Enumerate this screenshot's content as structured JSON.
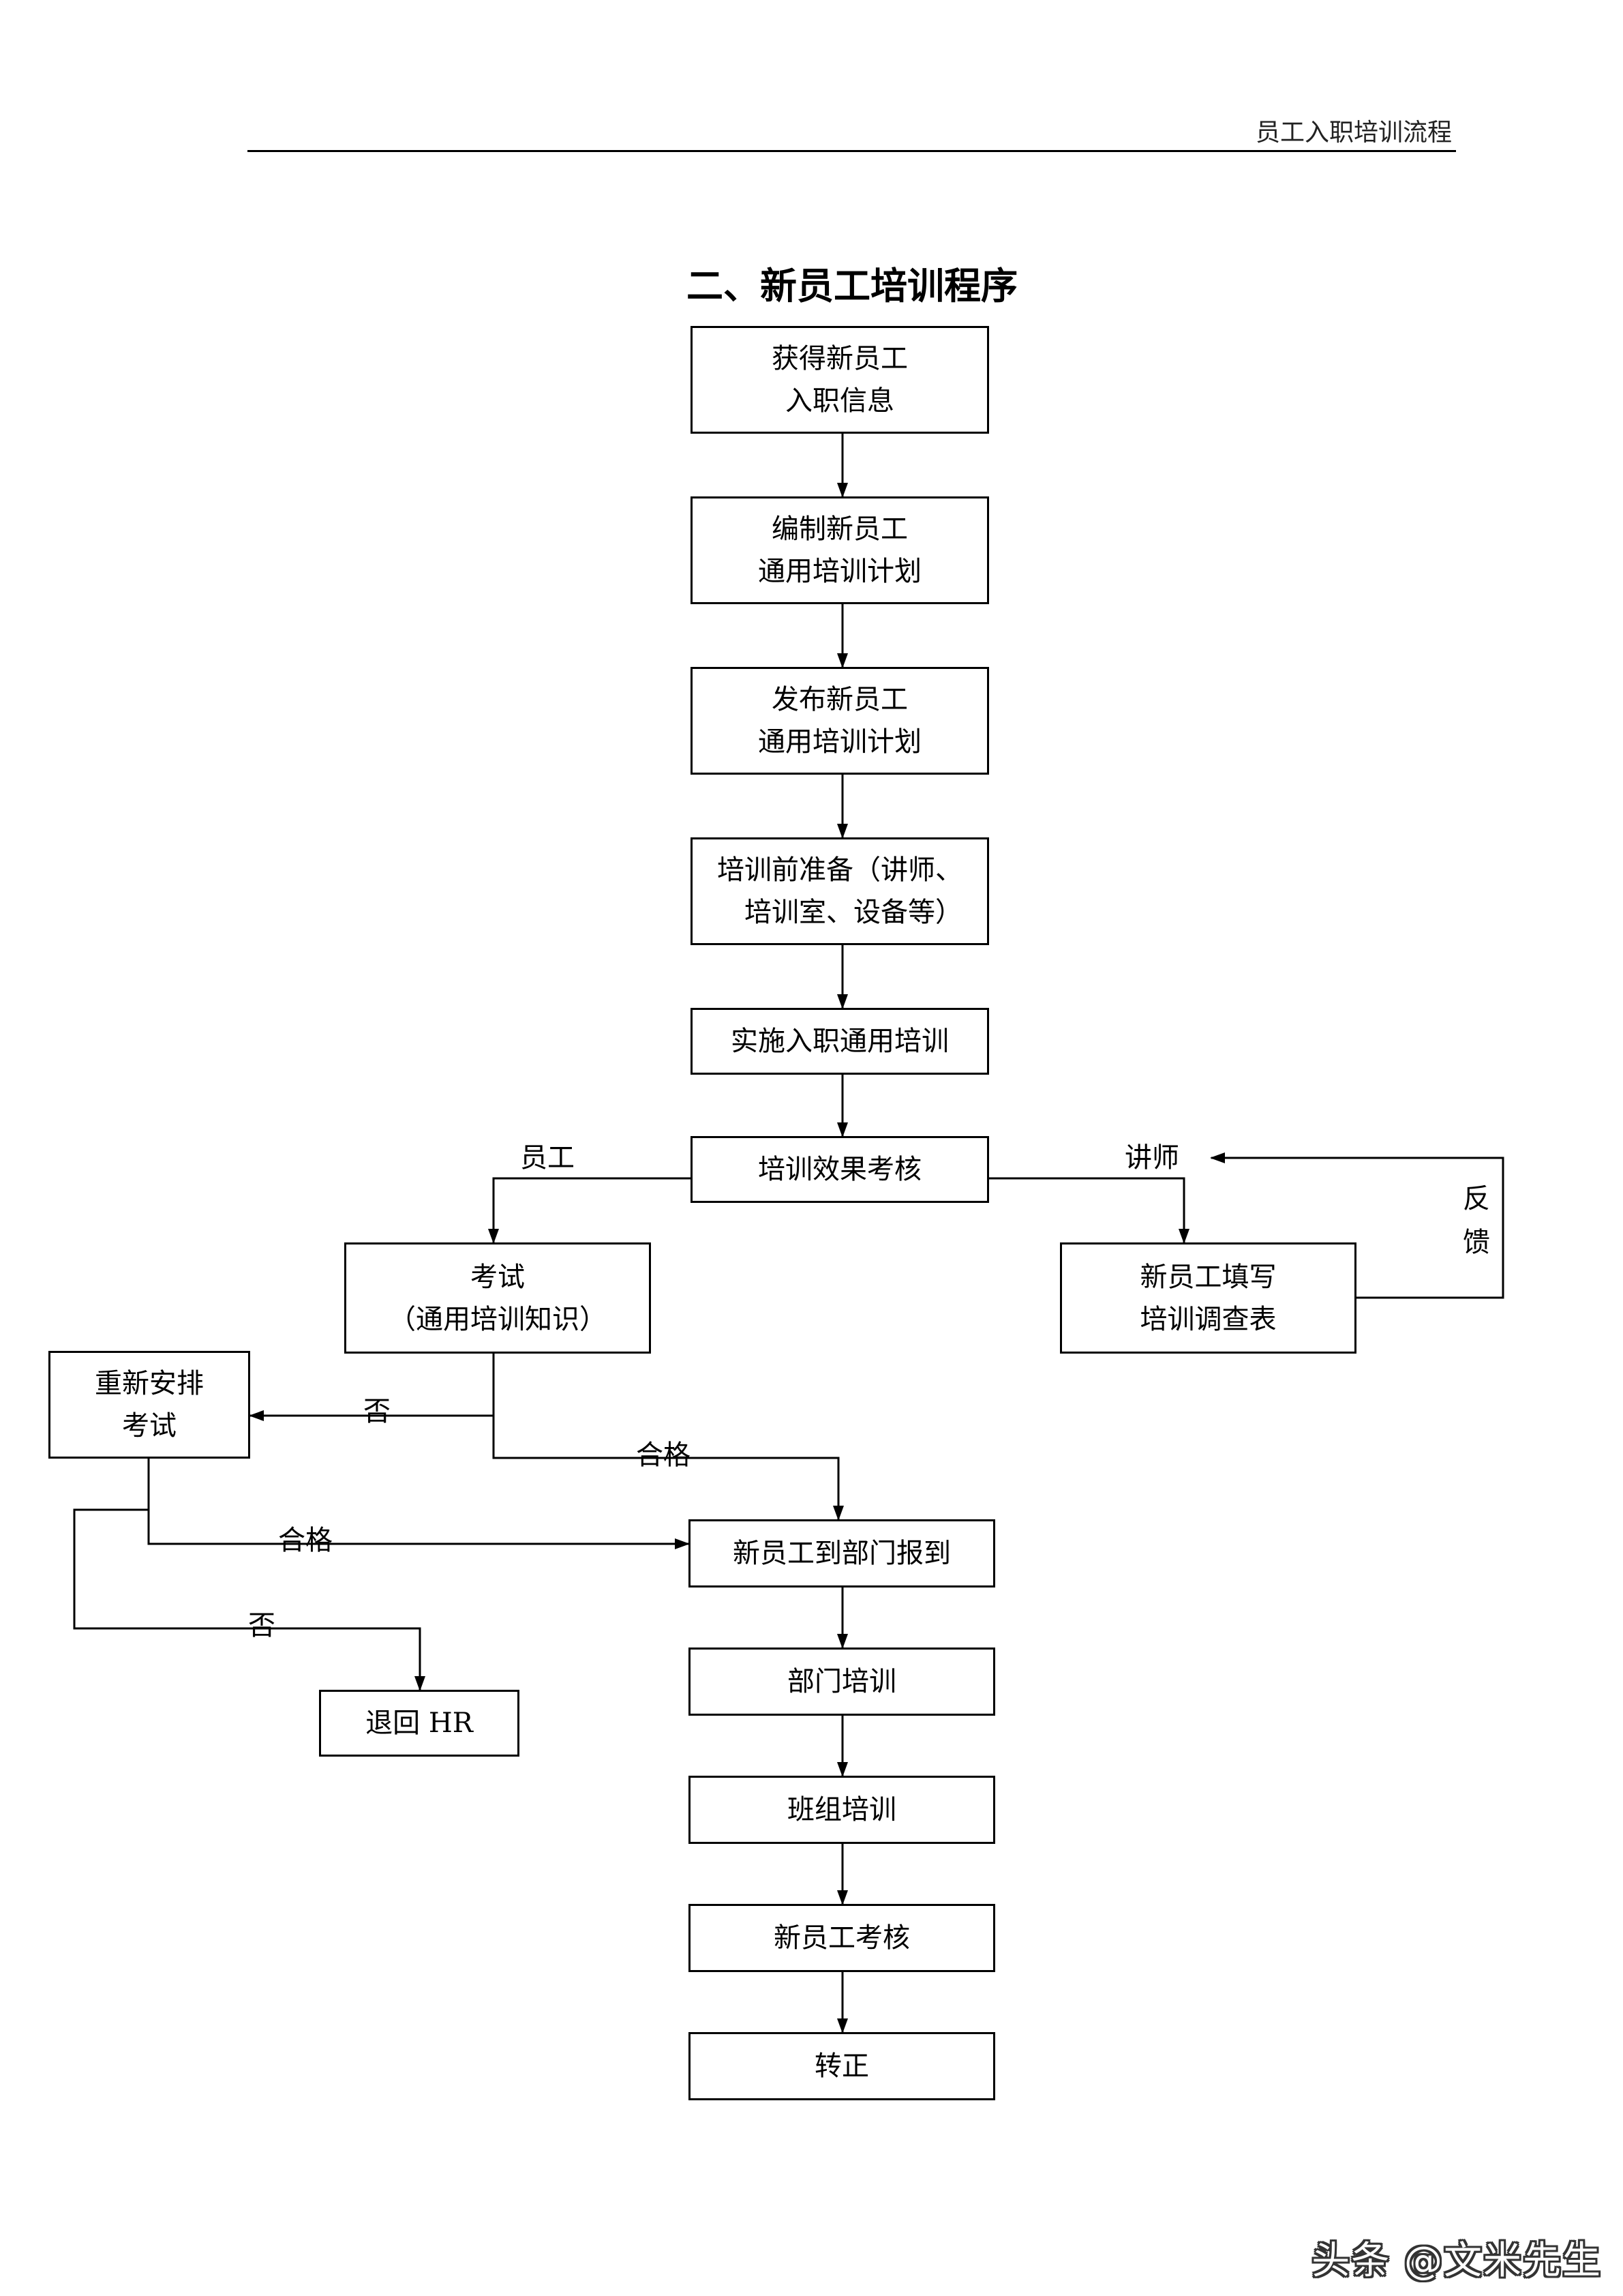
{
  "header": {
    "text": "员工入职培训流程"
  },
  "title": "二、新员工培训程序",
  "nodes": {
    "get_info": [
      "获得新员工",
      "入职信息"
    ],
    "compile_plan": [
      "编制新员工",
      "通用培训计划"
    ],
    "publish_plan": [
      "发布新员工",
      "通用培训计划"
    ],
    "prep": [
      "培训前准备（讲师、",
      "培训室、设备等）"
    ],
    "implement": [
      "实施入职通用培训"
    ],
    "evaluate": [
      "培训效果考核"
    ],
    "exam": [
      "考试",
      "（通用培训知识）"
    ],
    "survey": [
      "新员工填写",
      "培训调查表"
    ],
    "reschedule": [
      "重新安排",
      "考试"
    ],
    "report_dept": [
      "新员工到部门报到"
    ],
    "return_hr": [
      "退回 HR"
    ],
    "dept_training": [
      "部门培训"
    ],
    "team_training": [
      "班组培训"
    ],
    "assessment": [
      "新员工考核"
    ],
    "regular": [
      "转正"
    ]
  },
  "edge_labels": {
    "employee": "员工",
    "lecturer": "讲师",
    "feedback": [
      "反",
      "馈"
    ],
    "fail_1": "否",
    "pass_1": "合格",
    "pass_2": "合格",
    "fail_2": "否"
  },
  "watermark": "头条 @文米先生"
}
